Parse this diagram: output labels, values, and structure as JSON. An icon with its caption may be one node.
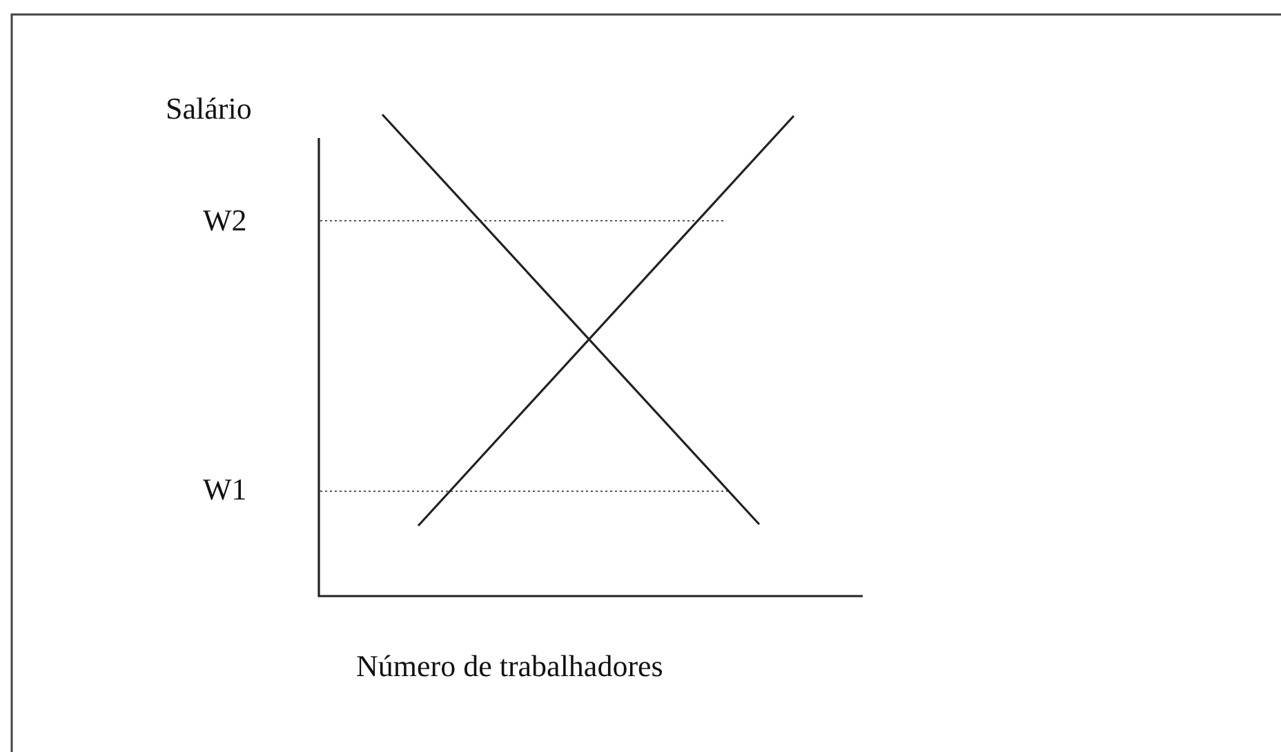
{
  "diagram": {
    "labels": [
      "Salário",
      "W2",
      "W1",
      "Número de trabalhadores"
    ]
  }
}
